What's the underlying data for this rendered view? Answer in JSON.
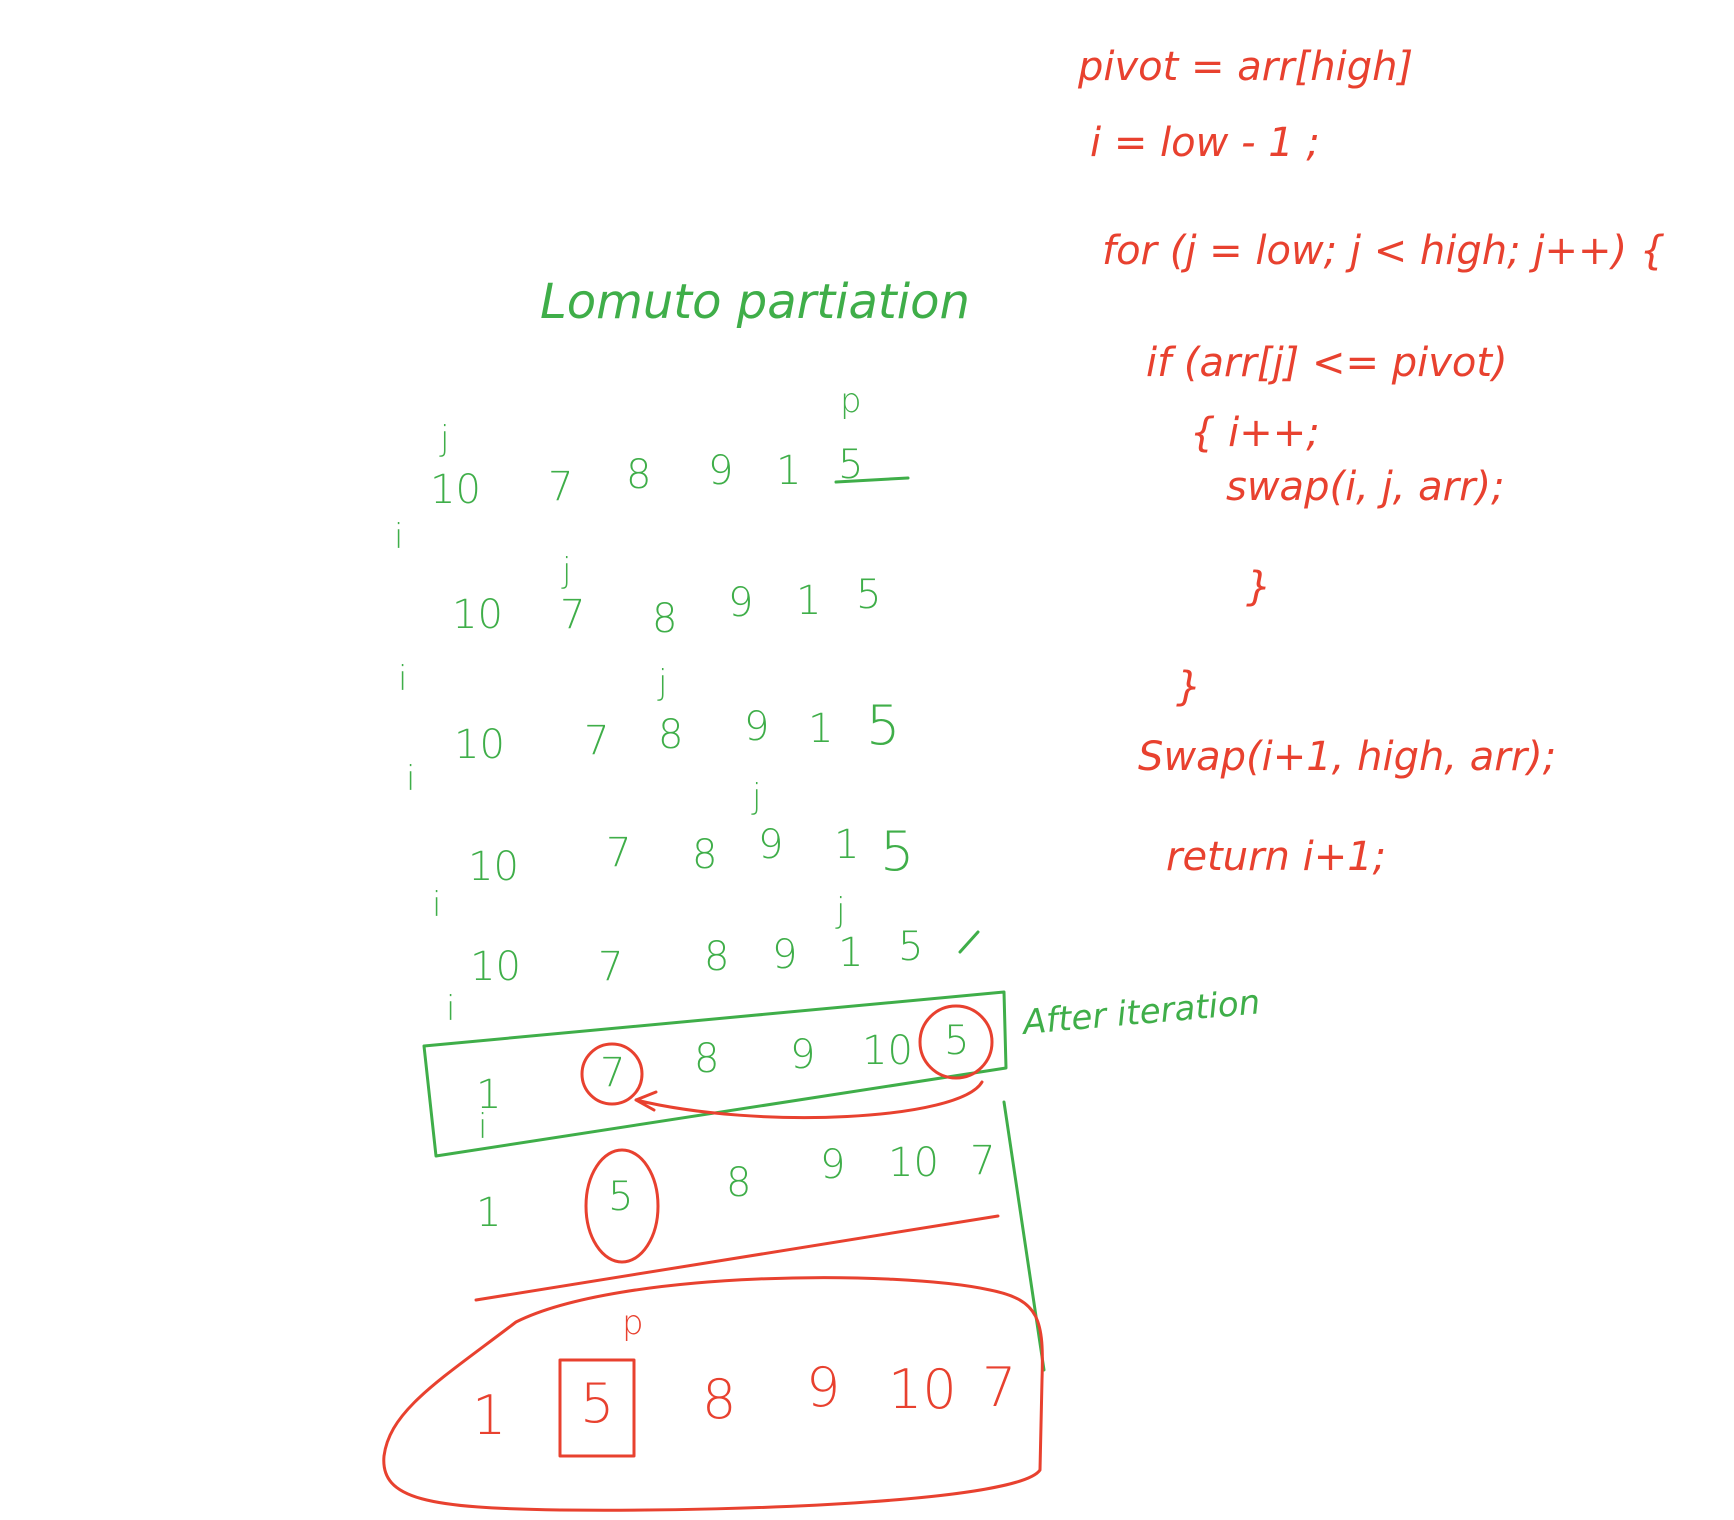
{
  "colors": {
    "green": "#3fae49",
    "red": "#e8412f",
    "background": "#ffffff"
  },
  "title": "Lomuto partiation",
  "green_rows": [
    {
      "i_label": "i",
      "j_label": "j",
      "p_label": "p",
      "values": [
        "10",
        "7",
        "8",
        "9",
        "1",
        "5"
      ]
    },
    {
      "i_label": "i",
      "j_label": "j",
      "values": [
        "10",
        "7",
        "8",
        "9",
        "1",
        "5"
      ]
    },
    {
      "i_label": "i",
      "j_label": "j",
      "values": [
        "10",
        "7",
        "8",
        "9",
        "1",
        "5"
      ]
    },
    {
      "i_label": "i",
      "j_label": "j",
      "values": [
        "10",
        "7",
        "8",
        "9",
        "1",
        "5"
      ]
    },
    {
      "i_label": "i",
      "j_label": "j",
      "values": [
        "10",
        "7",
        "8",
        "9",
        "1",
        "5"
      ]
    },
    {
      "i_label": "i",
      "values": [
        "1",
        "7",
        "8",
        "9",
        "10",
        "5"
      ]
    }
  ],
  "iteration_note": "After iteration",
  "red_rows": [
    {
      "values": [
        "1",
        "5",
        "8",
        "9",
        "10",
        "7"
      ]
    },
    {
      "p_label": "p",
      "values": [
        "1",
        "5",
        "8",
        "9",
        "10",
        "7"
      ]
    }
  ],
  "code": {
    "lines": [
      "pivot = arr[high]",
      "i = low - 1 ;",
      "for (j = low; j < high; j++) {",
      "if (arr[j] <= pivot)",
      "{  i++;",
      "swap(i, j, arr);",
      "}",
      "}",
      "Swap(i+1, high, arr);",
      "return i+1;"
    ]
  }
}
